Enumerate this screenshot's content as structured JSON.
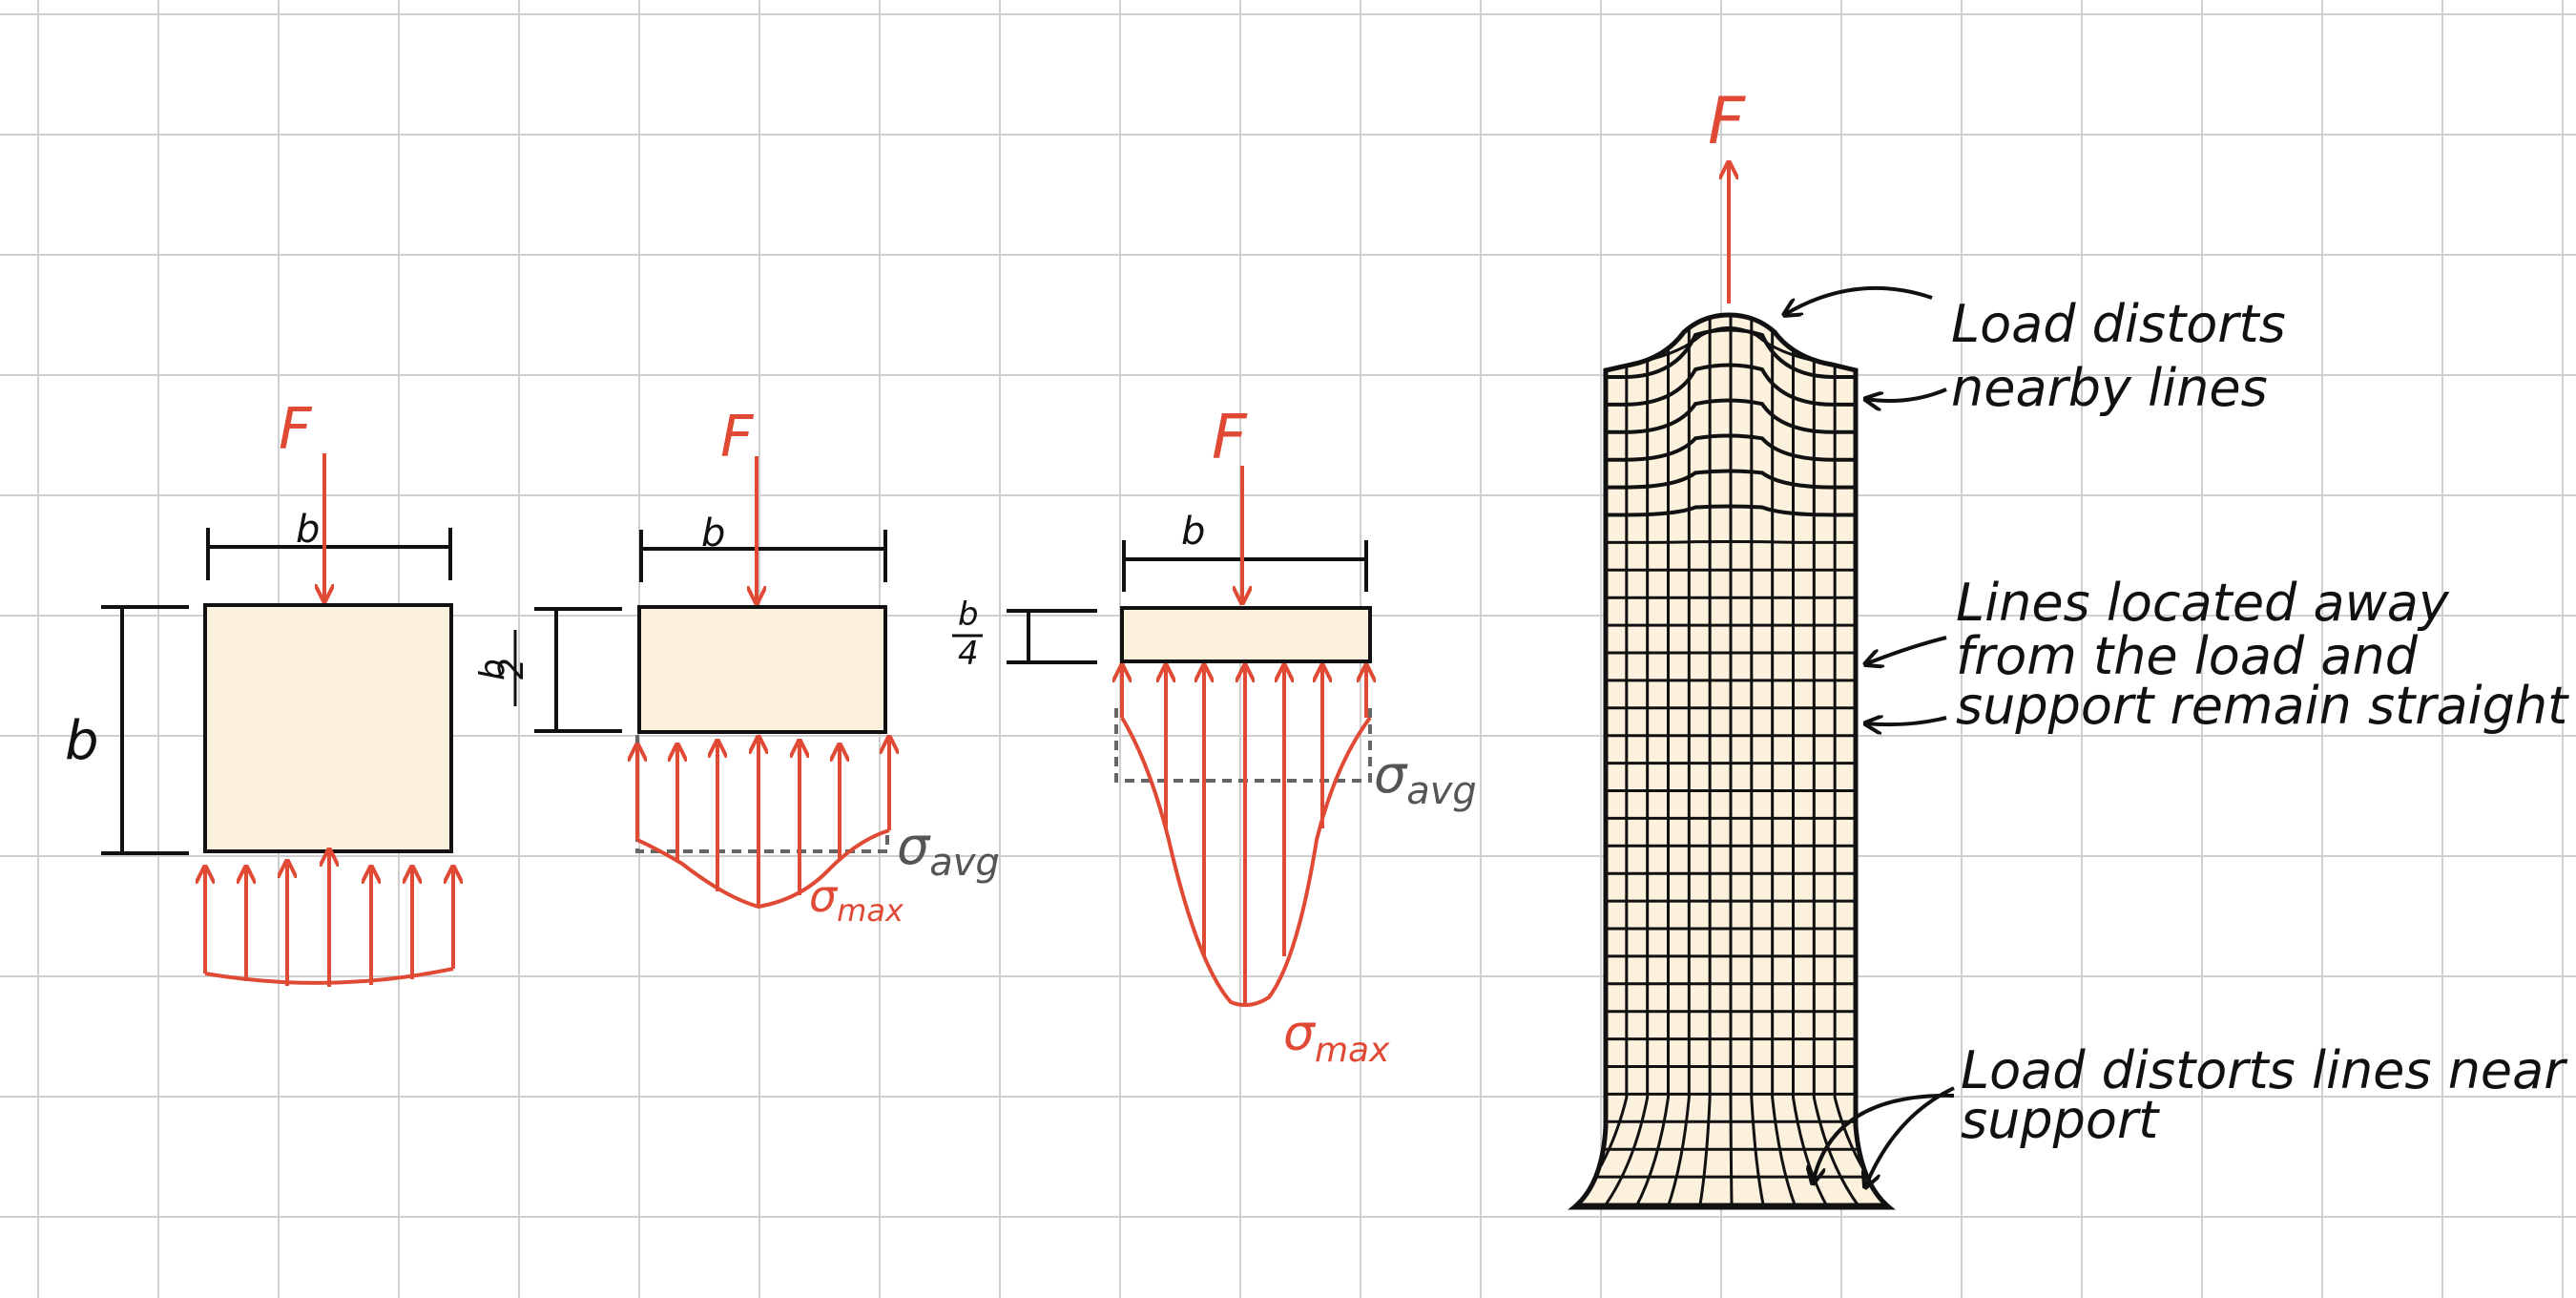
{
  "colors": {
    "force": "#e04a35",
    "body_fill": "#fbf1dd",
    "grid": "#cfcfcf",
    "outline": "#111111",
    "avg_line": "#666666"
  },
  "labels": {
    "force": "F",
    "width": "b",
    "half_num": "b",
    "half_den": "2",
    "quarter_num": "b",
    "quarter_den": "4",
    "sigma": "σ",
    "avg_sub": "avg",
    "max_sub": "max"
  },
  "notes": {
    "top_line1": "Load distorts",
    "top_line2": "nearby lines",
    "mid_line1": "Lines located away",
    "mid_line2": "from the load and",
    "mid_line3": "support remain straight",
    "bottom_line1": "Load distorts lines near",
    "bottom_line2": "support"
  }
}
